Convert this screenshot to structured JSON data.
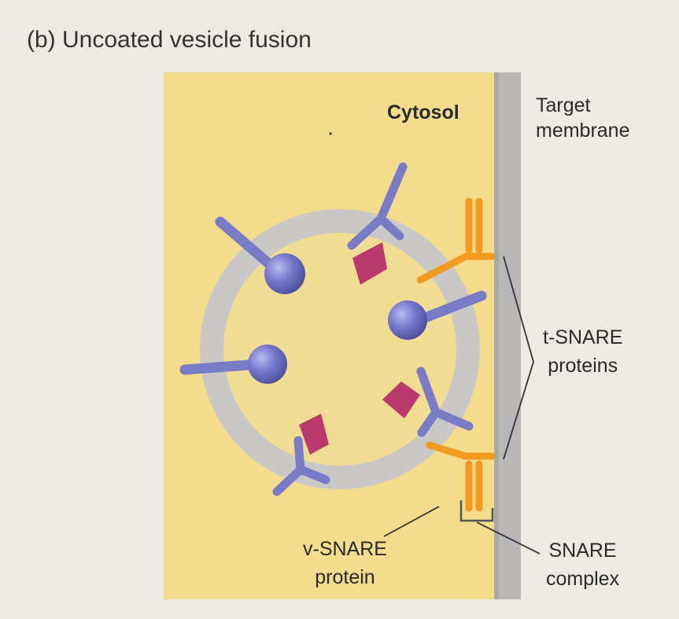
{
  "panel_title": "(b) Uncoated vesicle fusion",
  "labels": {
    "cytosol": "Cytosol",
    "target_line1": "Target",
    "target_line2": "membrane",
    "tsnare_line1": "t-SNARE",
    "tsnare_line2": "proteins",
    "vsnare_line1": "v-SNARE",
    "vsnare_line2": "protein",
    "complex_line1": "SNARE",
    "complex_line2": "complex"
  },
  "colors": {
    "page_background": "#eceae3",
    "cytosol_fill": "#f3dc8c",
    "membrane_fill": "#b9b8b6",
    "vesicle_membrane": "#c9c8c6",
    "vesicle_lumen": "#f1dc93",
    "receptor_protein": "#7a7bc6",
    "receptor_ball": "#6d6fc4",
    "cargo": "#bb3a6e",
    "snare": "#f39a21"
  }
}
